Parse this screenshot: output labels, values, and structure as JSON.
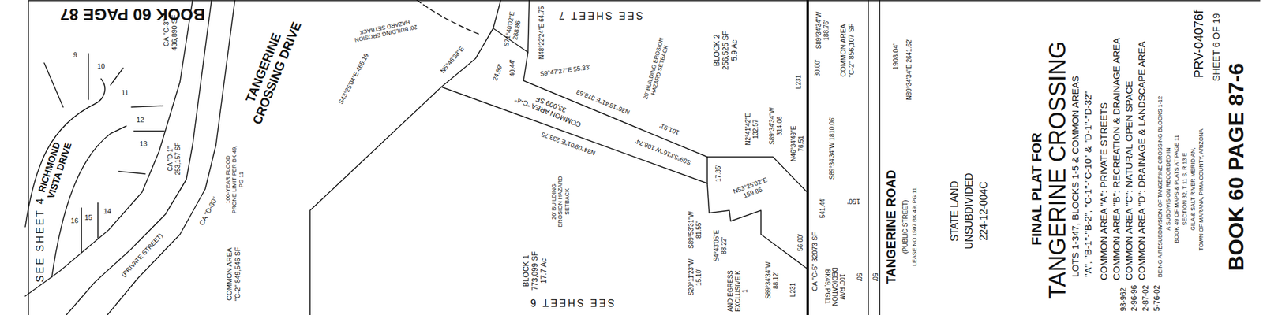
{
  "diagram": {
    "title": "TANGERINE CROSSING",
    "labels": [
      "BOOK 60 PAGE 87",
      "SEE SHEET 7",
      "SEE SHEET 6",
      "SEE SHEET 4",
      "TANGERINE CROSSING DRIVE",
      "CA \"C-3\" 436,890 SF",
      "9",
      "10",
      "11",
      "12",
      "13",
      "14",
      "15",
      "16",
      "RICHMOND VISTA DRIVE",
      "CA \"D-1\" 253,157 SF",
      "100-YEAR FLOOD PRONE LIMIT PER BK 49, PG 11",
      "(PRIVATE STREET)",
      "CA \"D-30\"",
      "COMMON AREA \"C-2\" 849,546 SF",
      "20' BUILDING EROSION HAZARD SETBACK",
      "S43°25'04\"E 465.19",
      "S71°40'02\"E 288.86",
      "N48°22'24\"E 64.75",
      "N5°46'38\"E",
      "24.89'",
      "40.44'",
      "S9°47'27\"E 55.33'",
      "COMMON AREA \"C-4\" 33,009 SF",
      "N36°18'41\"E 378.63",
      "101.91'",
      "N34°09'01\"E 233.75",
      "20' BUILDING EROSION HAZARD SETBACK",
      "BLOCK 2 256,525 SF 5.9 Ac",
      "S89°53'16\"W 108.74'",
      "17.35'",
      "N2°41'42\"E 132.57",
      "N46°34'49\"E 76.51",
      "S89°34'34\"W 314.06",
      "S89°34'34\"W 188.76'",
      "30.00'",
      "COMMON AREA \"C-2\" 856,107 SF",
      "L231",
      "S89°34'34\"W 1810.06'",
      "541.44'",
      "150'",
      "20' BUILDING EROSION HAZARD SETBACK",
      "S89°53'31\"W 81.55'",
      "S20°11'23\"W 15.10'",
      "S4°43'05\"E 88.22'",
      "S89°34'34\"W 88.12'",
      "N53°25'02\"E 159.85",
      "CA \"C-5\" 32073 SF",
      "BLOCK 1 773,099 SF 17.7 Ac",
      "AND EGRESS EXCLUSIVE K 1",
      "L231",
      "56.00'",
      "100' R/W DEDICATION BK49, PG11",
      "50'",
      "50'",
      "TANGERINE ROAD",
      "(PUBLIC STREET)",
      "LEASE NO 1507 BK 49, PG 11",
      "1908.04'",
      "N89°34'34\"E 2641.62'",
      "STATE LAND",
      "UNSUBDIVIDED",
      "224-12-004C",
      "FINAL PLAT FOR",
      "LOTS 1-347, BLOCKS 1-5 & COMMON AREAS",
      "\"A\", \"B-1\"-\"B-2\", \"C-1\"-\"C-10\" & \"D-1\"-\"D-32\"",
      "COMMON AREA \"A\": PRIVATE STREETS",
      "COMMON AREA \"B\": RECREATION & DRAINAGE AREA",
      "COMMON AREA \"C\": NATURAL OPEN SPACE",
      "COMMON AREA \"D\": DRAINAGE & LANDSCAPE AREA",
      "BEING A RESUBDIVISION OF TANGERINE CROSSING BLOCKS 1-12",
      "A SUBDIVISION RECORDED IN",
      "BOOK 49 OF MAPS & PLATS AT PAGE 11",
      "SECTION 32, T 11 S, R 13 E",
      "GILA & SALT RIVER MERIDIAN,",
      "TOWN OF MARANA, PIMA COUNTY, ARIZONA.",
      "PRV-04076f",
      "SHEET 6 OF 19",
      "BOOK 60 PAGE 87-6",
      "98-962",
      "2-96-96",
      "2-87-02",
      "5-76-02"
    ]
  }
}
